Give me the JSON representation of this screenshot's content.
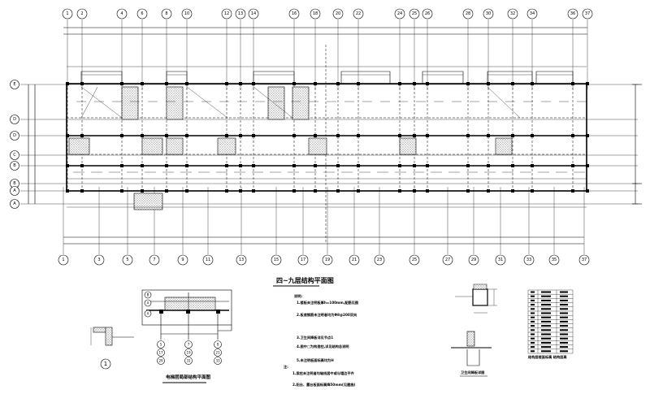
{
  "drawing": {
    "main_title": "四~九层结构平面图",
    "sub_title": "电梯层局部结构平面图",
    "detail_mark": "1",
    "detail_title": "卫生间降板详图",
    "table_caption": "结构层楼面标高 结构层高",
    "top_axes": [
      "1",
      "2",
      "4",
      "6",
      "8",
      "10",
      "12",
      "13",
      "14",
      "16",
      "18",
      "20",
      "22",
      "24",
      "25",
      "26",
      "28",
      "30",
      "32",
      "34",
      "36",
      "37"
    ],
    "bottom_axes": [
      "1",
      "3",
      "5",
      "7",
      "9",
      "11",
      "13",
      "15",
      "17",
      "19",
      "21",
      "23",
      "25",
      "27",
      "29",
      "31",
      "33",
      "35",
      "37"
    ],
    "left_axes": [
      "E",
      "D",
      "D",
      "C",
      "B",
      "B",
      "A",
      "A"
    ],
    "sub_axes_left": [
      "B",
      "A",
      "A"
    ],
    "sub_axes_bottom": [
      [
        "5",
        "17",
        "29"
      ],
      [
        "7",
        "19",
        "31"
      ],
      [
        "9",
        "21",
        "33"
      ]
    ],
    "notes_header": "说明:",
    "notes": [
      "1.楼板未注明板厚h=100mm,配筋见图",
      "2.板底钢筋未注明者均为Φ8@200双向",
      "3.卫生间降板详见节点1",
      "4.图中□为构造柱,详见结构总说明",
      "5.未注明板面标高均为H"
    ],
    "remarks_header": "注:",
    "remarks": [
      "1.梁柱未注明者均轴线居中或与墙边平齐",
      "2.阳台、露台板面标高降50mm(见建施)"
    ]
  }
}
